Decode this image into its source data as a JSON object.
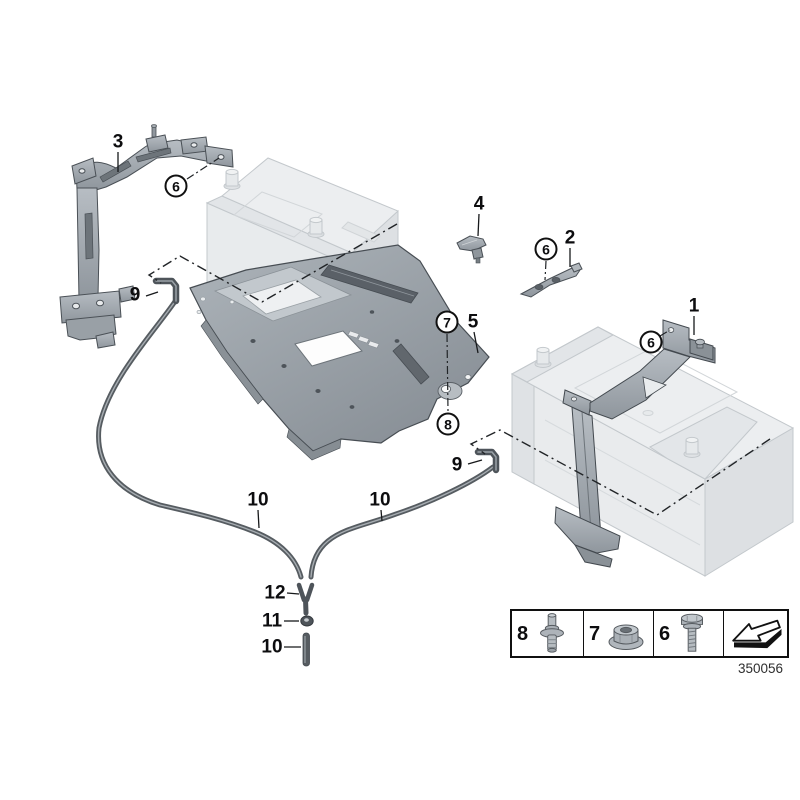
{
  "callouts": {
    "n1": "1",
    "n2": "2",
    "n3": "3",
    "n4": "4",
    "n5": "5",
    "n6": "6",
    "n7": "7",
    "n8": "8",
    "n9": "9",
    "n10": "10",
    "n11": "11",
    "n12": "12"
  },
  "legend": {
    "items": [
      {
        "number": "8",
        "icon": "stud-rivet-icon"
      },
      {
        "number": "7",
        "icon": "flange-nut-icon"
      },
      {
        "number": "6",
        "icon": "hex-bolt-icon"
      },
      {
        "number": "",
        "icon": "direction-arrow-icon"
      }
    ],
    "diagram_number": "350056"
  },
  "colors": {
    "outline": "#4a5056",
    "dark_outline": "#212427",
    "part_gray": "#9aa1a8",
    "light_part": "#eceef0",
    "hose": "#565c61",
    "background": "#ffffff"
  }
}
